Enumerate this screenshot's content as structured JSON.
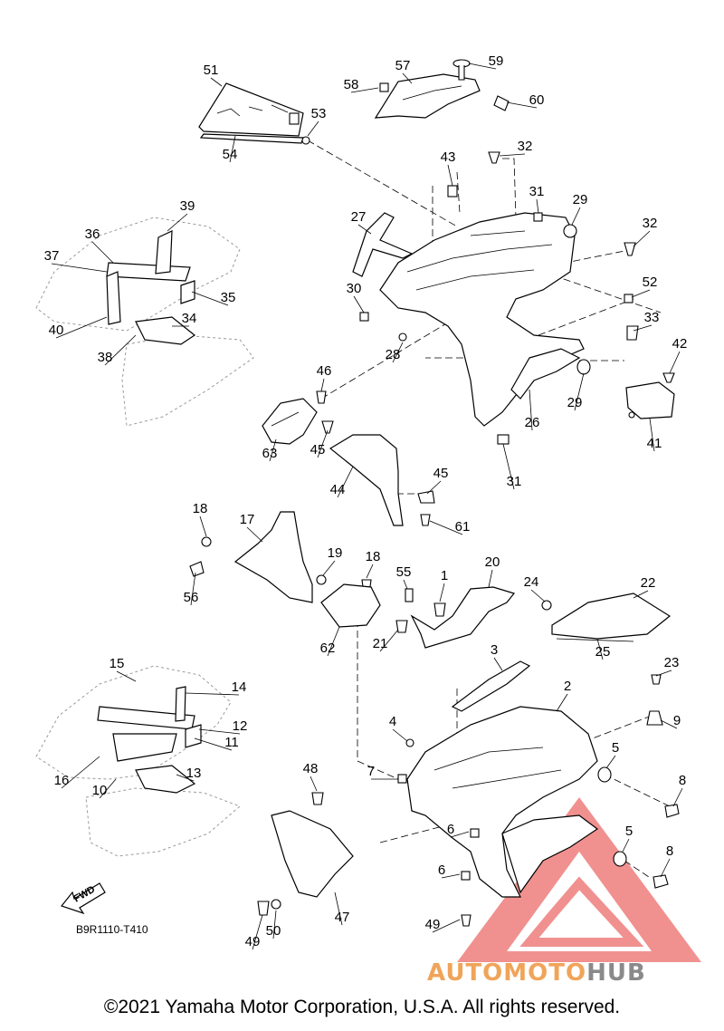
{
  "diagram_code": "B9R1110-T410",
  "fwd_label": "FWD",
  "watermark": {
    "part1": "AUTOMOTO",
    "part2": "HUB",
    "color1": "#f0a45a",
    "color2": "#8a8a8a",
    "triangle_color": "#e53935"
  },
  "copyright": "©2021 Yamaha Motor Corporation, U.S.A. All rights reserved.",
  "callouts": [
    "51",
    "57",
    "59",
    "58",
    "60",
    "53",
    "54",
    "32",
    "43",
    "31",
    "29",
    "27",
    "32",
    "39",
    "36",
    "37",
    "35",
    "34",
    "40",
    "38",
    "52",
    "33",
    "30",
    "28",
    "42",
    "46",
    "29",
    "26",
    "41",
    "63",
    "45",
    "31",
    "44",
    "45",
    "61",
    "18",
    "17",
    "19",
    "18",
    "55",
    "1",
    "20",
    "24",
    "22",
    "56",
    "62",
    "21",
    "25",
    "3",
    "23",
    "15",
    "14",
    "2",
    "12",
    "9",
    "11",
    "4",
    "5",
    "16",
    "10",
    "13",
    "7",
    "8",
    "48",
    "6",
    "5",
    "8",
    "6",
    "49",
    "47",
    "49",
    "50"
  ]
}
